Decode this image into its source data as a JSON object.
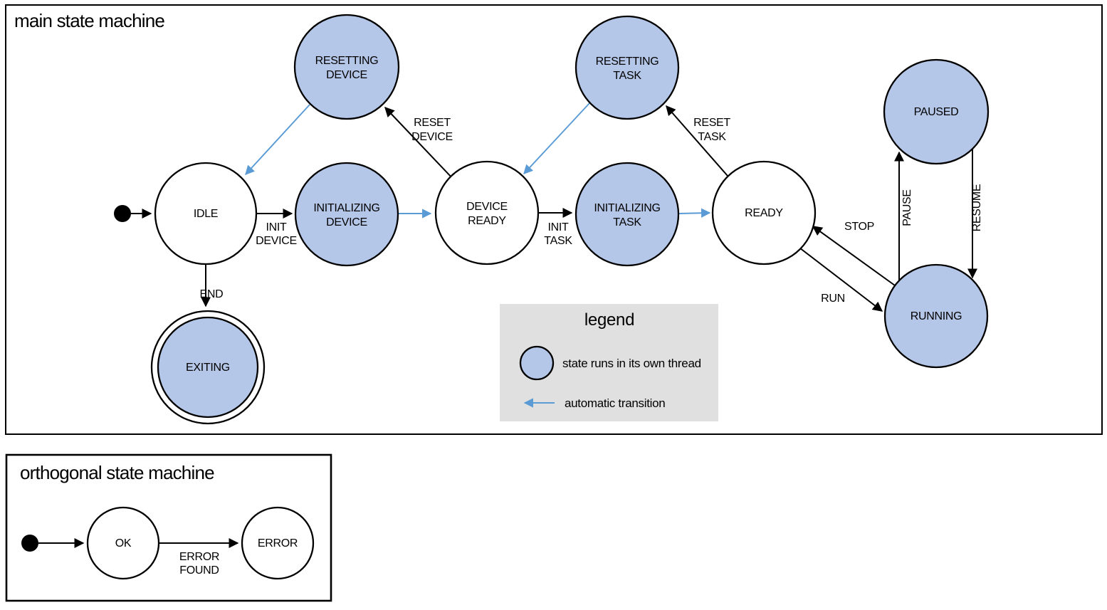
{
  "colors": {
    "threaded_state_fill": "#b5c7e8",
    "auto_transition_blue": "#5b9bd5",
    "legend_background": "#e0e0e0",
    "line_color": "#000000"
  },
  "main": {
    "title": "main state machine",
    "states": {
      "idle": {
        "label": "IDLE"
      },
      "resetting_device": {
        "line1": "RESETTING",
        "line2": "DEVICE"
      },
      "initializing_device": {
        "line1": "INITIALIZING",
        "line2": "DEVICE"
      },
      "device_ready": {
        "line1": "DEVICE",
        "line2": "READY"
      },
      "resetting_task": {
        "line1": "RESETTING",
        "line2": "TASK"
      },
      "initializing_task": {
        "line1": "INITIALIZING",
        "line2": "TASK"
      },
      "ready": {
        "label": "READY"
      },
      "paused": {
        "label": "PAUSED"
      },
      "running": {
        "label": "RUNNING"
      },
      "exiting": {
        "label": "EXITING"
      }
    },
    "transitions": {
      "init_device": {
        "line1": "INIT",
        "line2": "DEVICE"
      },
      "reset_device": {
        "line1": "RESET",
        "line2": "DEVICE"
      },
      "init_task": {
        "line1": "INIT",
        "line2": "TASK"
      },
      "reset_task": {
        "line1": "RESET",
        "line2": "TASK"
      },
      "end": {
        "label": "END"
      },
      "run": {
        "label": "RUN"
      },
      "stop": {
        "label": "STOP"
      },
      "pause": {
        "label": "PAUSE"
      },
      "resume": {
        "label": "RESUME"
      }
    }
  },
  "legend": {
    "title": "legend",
    "threaded_state_label": "state runs in its own thread",
    "auto_transition_label": "automatic transition"
  },
  "orthogonal": {
    "title": "orthogonal state machine",
    "states": {
      "ok": {
        "label": "OK"
      },
      "error": {
        "label": "ERROR"
      }
    },
    "transitions": {
      "error_found": {
        "line1": "ERROR",
        "line2": "FOUND"
      }
    }
  }
}
